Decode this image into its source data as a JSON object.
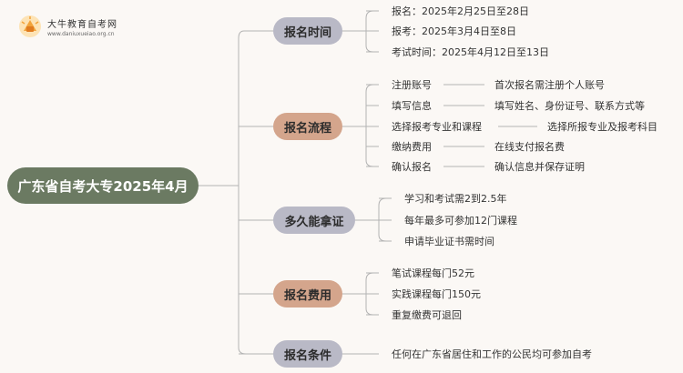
{
  "logo": {
    "title": "大牛教育自考网",
    "url": "www.daniuxueiao.org.cn"
  },
  "root": "广东省自考大专2025年4月",
  "categories": {
    "time": {
      "label": "报名时间",
      "items": [
        "报名：2025年2月25日至28日",
        "报考：2025年3月4日至8日",
        "考试时间：2025年4月12日至13日"
      ]
    },
    "process": {
      "label": "报名流程",
      "steps": [
        {
          "step": "注册账号",
          "desc": "首次报名需注册个人账号"
        },
        {
          "step": "填写信息",
          "desc": "填写姓名、身份证号、联系方式等"
        },
        {
          "step": "选择报考专业和课程",
          "desc": "选择所报专业及报考科目"
        },
        {
          "step": "缴纳费用",
          "desc": "在线支付报名费"
        },
        {
          "step": "确认报名",
          "desc": "确认信息并保存证明"
        }
      ]
    },
    "duration": {
      "label": "多久能拿证",
      "items": [
        "学习和考试需2到2.5年",
        "每年最多可参加12门课程",
        "申请毕业证书需时间"
      ]
    },
    "fees": {
      "label": "报名费用",
      "items": [
        "笔试课程每门52元",
        "实践课程每门150元",
        "重复缴费可退回"
      ]
    },
    "conditions": {
      "label": "报名条件",
      "items": [
        "任何在广东省居住和工作的公民均可参加自考"
      ]
    }
  },
  "colors": {
    "root": "#6b7a62",
    "gray_pill": "#b9b9c6",
    "tan_pill": "#d4a58c",
    "line": "#aaaaaa",
    "logo_orange": "#f2a33a"
  }
}
